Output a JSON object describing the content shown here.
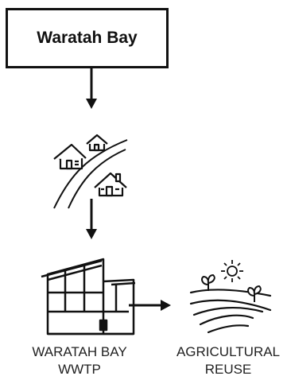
{
  "title_box": {
    "label": "Waratah Bay"
  },
  "wwtp": {
    "line1": "WARATAH BAY",
    "line2": "WWTP"
  },
  "reuse": {
    "line1": "AGRICULTURAL",
    "line2": "REUSE"
  },
  "icons": [
    "house-icon",
    "road-icon",
    "treatment-plant-icon",
    "farm-field-icon",
    "sun-icon",
    "plant-sprout-icon",
    "arrow-down-icon",
    "arrow-right-icon"
  ],
  "colors": {
    "stroke": "#111111",
    "text": "#222222",
    "background": "#ffffff"
  }
}
